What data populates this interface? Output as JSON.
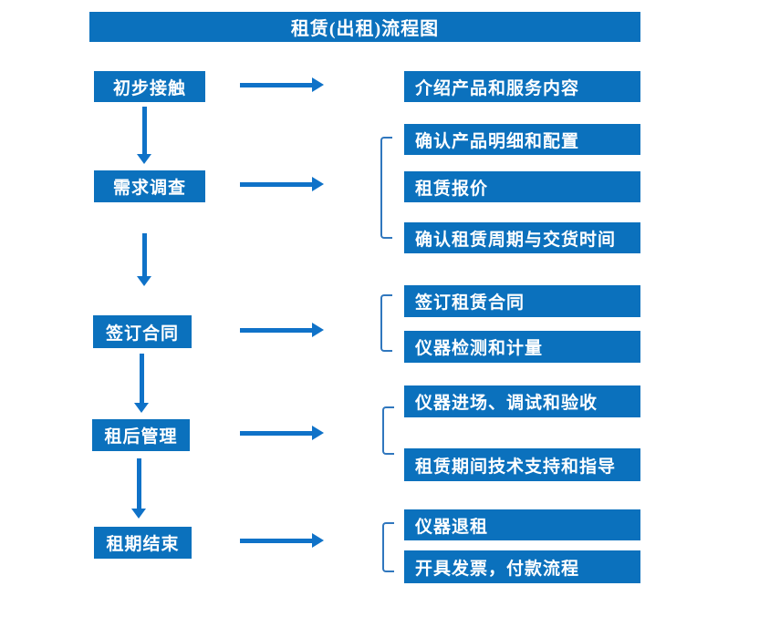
{
  "title": "租赁(出租)流程图",
  "colors": {
    "box_blue": "#0b71bd",
    "arrow_blue": "#0f72c8",
    "bracket_blue": "#3077be",
    "text_white": "#ffffff"
  },
  "flow": {
    "steps": [
      {
        "label": "初步接触",
        "details": [
          "介绍产品和服务内容"
        ]
      },
      {
        "label": "需求调查",
        "details": [
          "确认产品明细和配置",
          "租赁报价",
          "确认租赁周期与交货时间"
        ]
      },
      {
        "label": "签订合同",
        "details": [
          "签订租赁合同",
          "仪器检测和计量"
        ]
      },
      {
        "label": "租后管理",
        "details": [
          "仪器进场、调试和验收",
          "租赁期间技术支持和指导"
        ]
      },
      {
        "label": "租期结束",
        "details": [
          "仪器退租",
          "开具发票，付款流程"
        ]
      }
    ]
  }
}
